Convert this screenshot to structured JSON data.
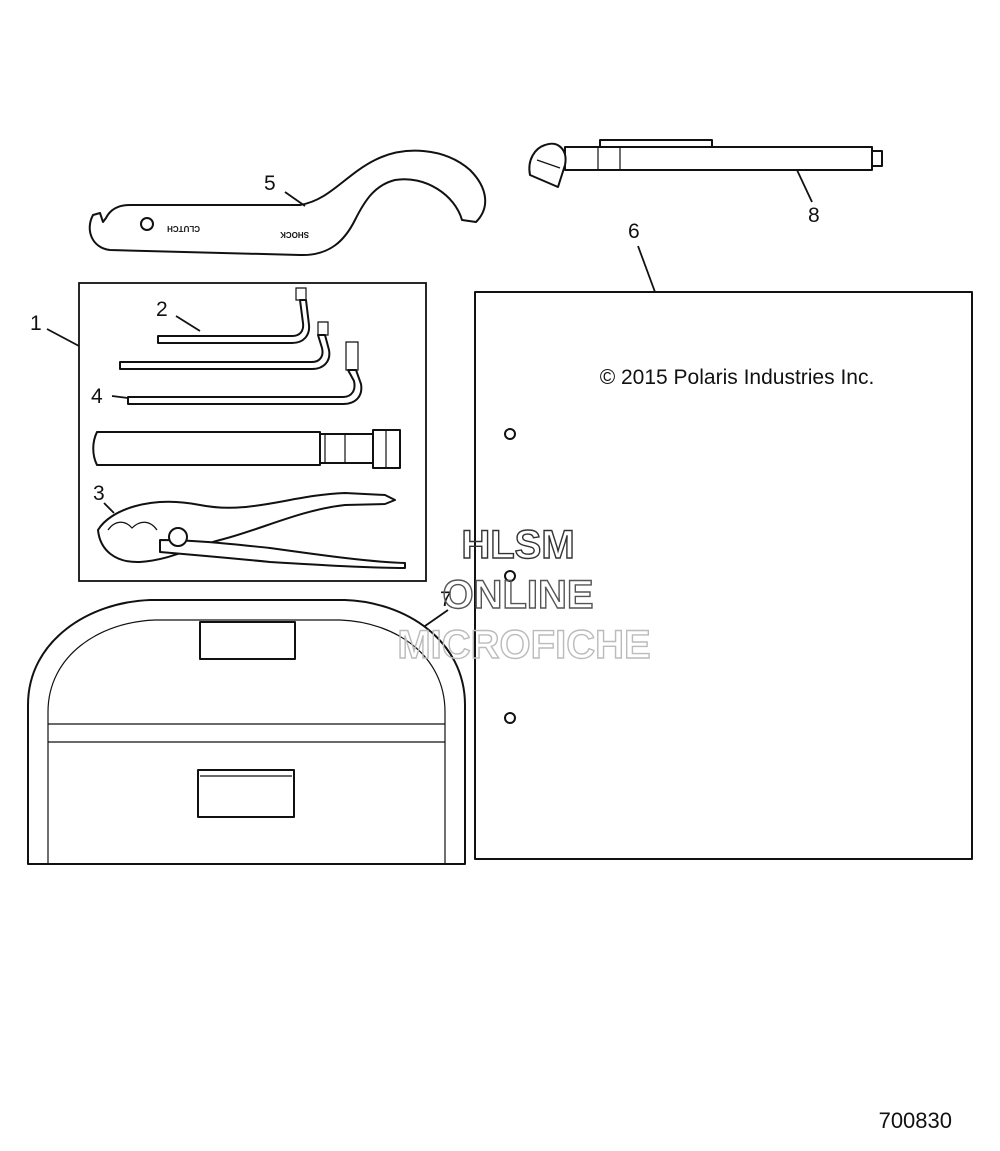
{
  "callouts": {
    "c1": "1",
    "c2": "2",
    "c3": "3",
    "c4": "4",
    "c5": "5",
    "c6": "6",
    "c7": "7",
    "c8": "8"
  },
  "document_text": "© 2015 Polaris Industries Inc.",
  "wrench_text": {
    "clutch": "CLUTCH",
    "shock": "SHOCK"
  },
  "watermark": {
    "line1": "HLSM",
    "line2": "ONLINE",
    "line3": "MICROFICHE"
  },
  "diagram_number": "700830",
  "colors": {
    "line": "#111111",
    "watermark_dark": "#333333",
    "watermark_light": "#bbbbbb"
  }
}
